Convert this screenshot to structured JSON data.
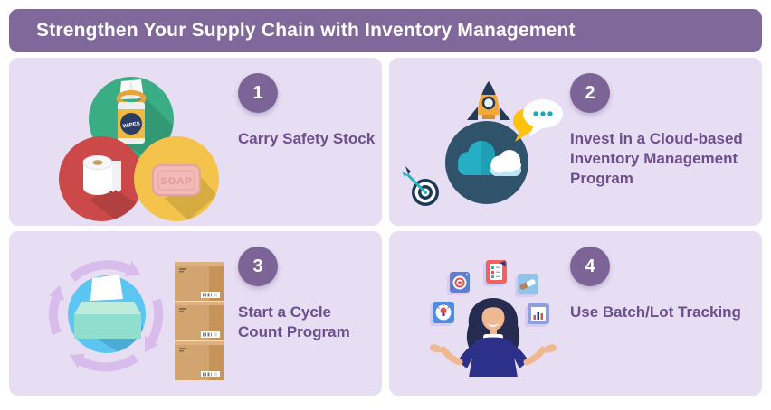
{
  "header": {
    "title": "Strengthen Your Supply Chain with Inventory Management"
  },
  "cards": [
    {
      "number": "1",
      "label": "Carry Safety Stock"
    },
    {
      "number": "2",
      "label": "Invest in a Cloud-based Inventory Management Program"
    },
    {
      "number": "3",
      "label": "Start a Cycle Count Program"
    },
    {
      "number": "4",
      "label": "Use Batch/Lot Tracking"
    }
  ],
  "illustrations": {
    "wipes_label": "WIPES",
    "soap_label": "SOAP"
  },
  "colors": {
    "header_bg": "#80689A",
    "card_bg": "#E8DEF4",
    "badge_bg": "#7D6497",
    "step_text": "#6C4F8C",
    "green_circle": "#3BAD85",
    "red_circle": "#CB4949",
    "yellow_circle": "#F3C34C",
    "dark_blue_circle": "#30536C",
    "light_blue_circle": "#5CC5F1",
    "cycle_arrows": "#D7BCEC",
    "box_tan": "#D2A570"
  }
}
